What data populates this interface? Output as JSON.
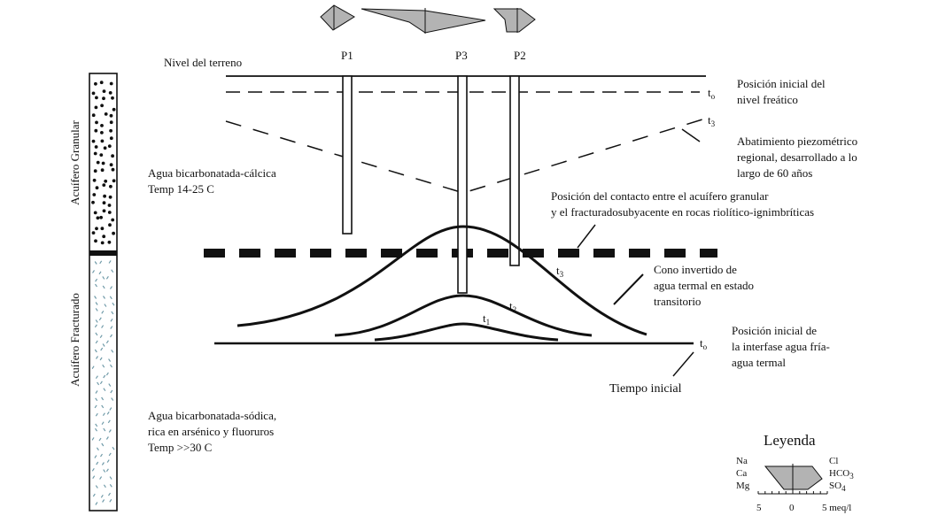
{
  "wells": {
    "p1": "P1",
    "p3": "P3",
    "p2": "P2"
  },
  "labels": {
    "ground_level": "Nivel del terreno",
    "initial_water_table_l1": "Posición inicial del",
    "initial_water_table_l2": "nivel freático",
    "t0_top": "t",
    "t0_top_sub": "o",
    "t3_top": "t",
    "t3_top_sub": "3",
    "drawdown_l1": "Abatimiento piezométrico",
    "drawdown_l2": "regional, desarrollado a lo",
    "drawdown_l3": "largo de 60 años",
    "bicarb_calcic_l1": "Agua bicarbonatada-cálcica",
    "bicarb_calcic_l2": "Temp 14-25 C",
    "contact_l1": "Posición del contacto entre el acuífero granular",
    "contact_l2": "y el fracturadosubyacente en rocas riolítico-ignimbríticas",
    "cone_l1": "Cono invertido de",
    "cone_l2": "agua termal en estado",
    "cone_l3": "transitorio",
    "t3_cone": "t",
    "t3_cone_sub": "3",
    "t2_cone": "t",
    "t2_cone_sub": "2",
    "t1_cone": "t",
    "t1_cone_sub": "1",
    "interface_l1": "Posición inicial de",
    "interface_l2": "la interfase agua fría-",
    "interface_l3": "agua termal",
    "t0_bottom": "t",
    "t0_bottom_sub": "o",
    "initial_time": "Tiempo inicial",
    "bicarb_sodic_l1": "Agua bicarbonatada-sódica,",
    "bicarb_sodic_l2": "rica en arsénico y fluoruros",
    "bicarb_sodic_l3": "Temp >>30 C",
    "aquifer_granular": "Acuífero Granular",
    "aquifer_fractured": "Acuífero Fracturado"
  },
  "legend": {
    "title": "Leyenda",
    "cation_na": "Na",
    "cation_ca": "Ca",
    "cation_mg": "Mg",
    "anion_cl": "Cl",
    "anion_hco": "HCO",
    "anion_hco_sub": "3",
    "anion_so": "SO",
    "anion_so_sub": "4",
    "scale_left": "5",
    "scale_mid": "0",
    "scale_right": "5 meq/l"
  },
  "colors": {
    "stiff_fill": "#b3b3b3",
    "line": "#111111",
    "fracture_marks": "#6f9aa8"
  }
}
